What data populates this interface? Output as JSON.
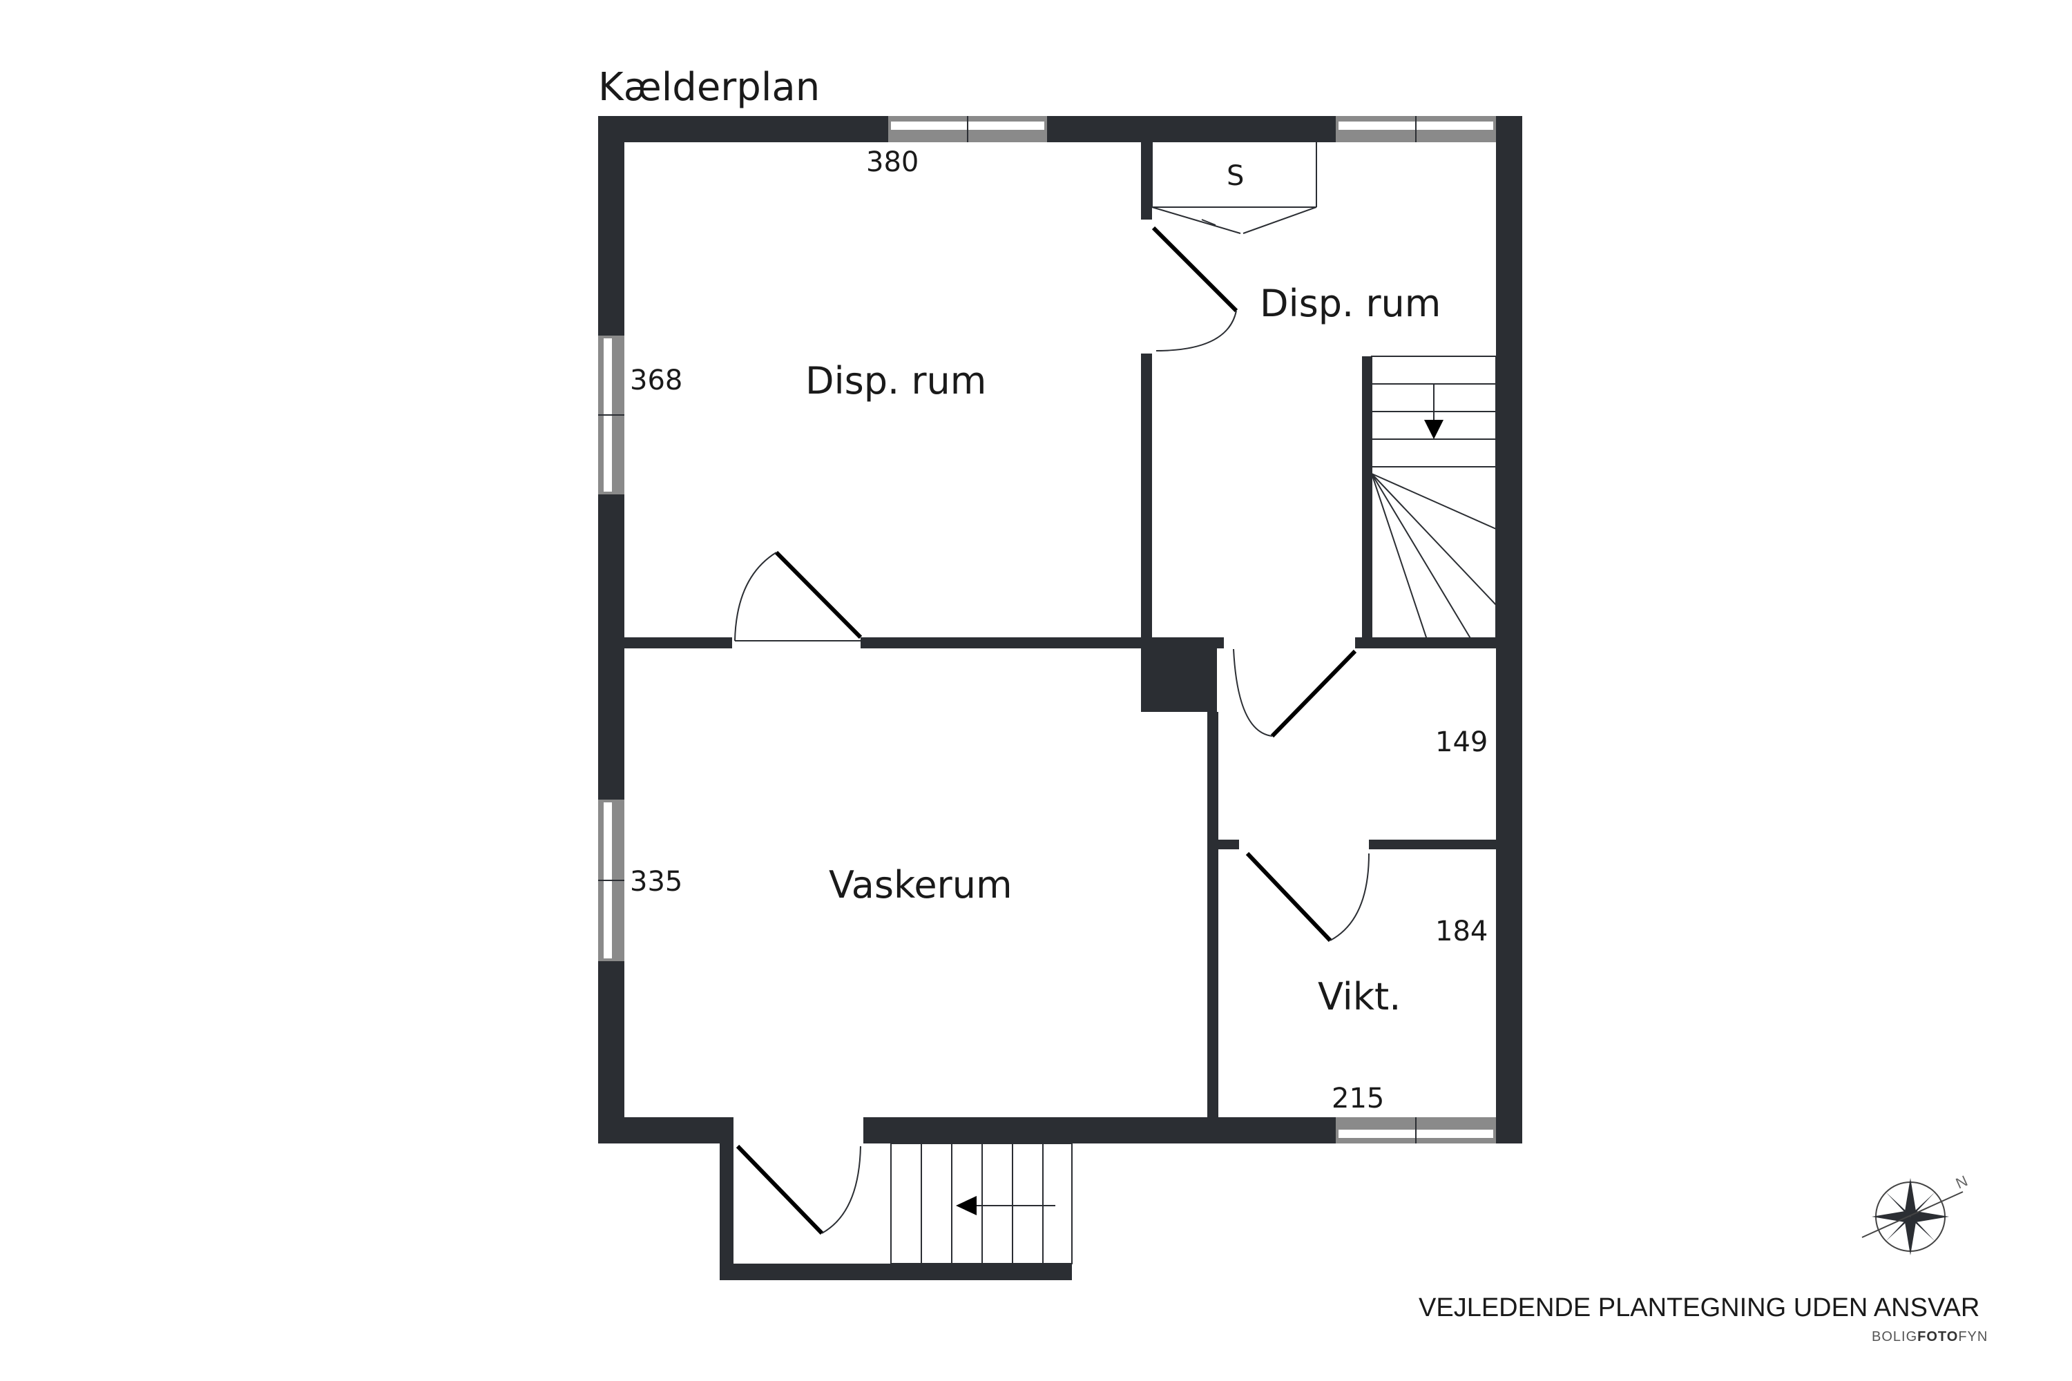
{
  "plan": {
    "title": "Kælderplan",
    "rooms": {
      "disp_rum_left": "Disp. rum",
      "disp_rum_right": "Disp. rum",
      "vaskerum": "Vaskerum",
      "vikt": "Vikt.",
      "shelf_label": "S"
    },
    "dimensions": {
      "top_window": "380",
      "left_window_upper": "368",
      "left_window_lower": "335",
      "right_upper": "149",
      "right_lower": "184",
      "bottom_window": "215"
    }
  },
  "footer": {
    "disclaimer": "VEJLEDENDE PLANTEGNING UDEN ANSVAR",
    "brand_part1": "BOLIG",
    "brand_part2": "FOTO",
    "brand_part3": "FYN",
    "compass_letter": "N"
  },
  "colors": {
    "wall": "#2b2e33",
    "window": "#8a8a8a"
  }
}
